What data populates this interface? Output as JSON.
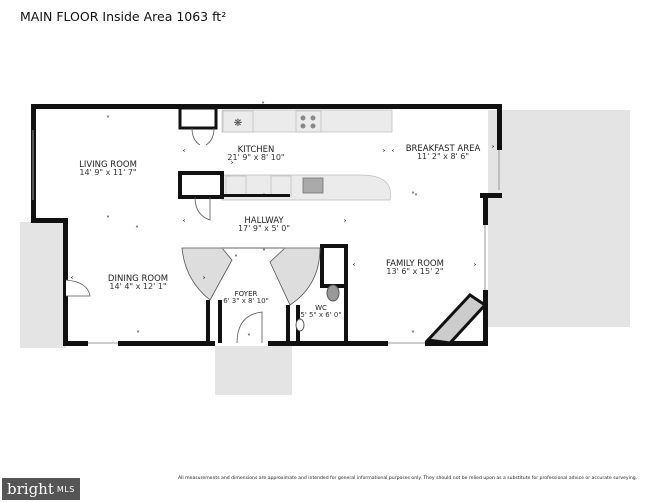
{
  "header": {
    "title": "MAIN FLOOR Inside Area 1063 ft²"
  },
  "rooms": [
    {
      "name": "LIVING ROOM",
      "dims": "14' 9\" x 11' 7\""
    },
    {
      "name": "KITCHEN",
      "dims": "21' 9\" x 8' 10\""
    },
    {
      "name": "BREAKFAST AREA",
      "dims": "11' 2\" x 8' 6\""
    },
    {
      "name": "HALLWAY",
      "dims": "17' 9\" x 5' 0\""
    },
    {
      "name": "DINING ROOM",
      "dims": "14' 4\" x 12' 1\""
    },
    {
      "name": "FAMILY ROOM",
      "dims": "13' 6\" x 15' 2\""
    },
    {
      "name": "FOYER",
      "dims": "6' 3\" x 8' 10\""
    },
    {
      "name": "WC",
      "dims": "5' 5\" x 6' 0\""
    }
  ],
  "footer": {
    "disclaimer": "All measurements and dimensions are approximate and intended for general informational purposes only. They should not be relied upon as a substitute for professional advice or accurate surveying.",
    "logo": {
      "brand": "bright",
      "suffix": "MLS"
    }
  },
  "colors": {
    "wall": "#111111",
    "exterior": "#e4e4e4",
    "logo_bg": "#555555"
  }
}
